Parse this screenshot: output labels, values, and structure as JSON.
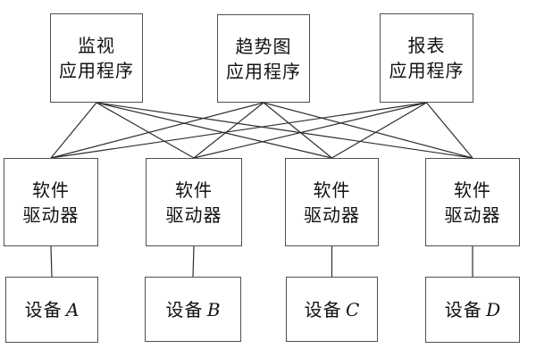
{
  "applications": [
    {
      "line1": "监视",
      "line2": "应用程序"
    },
    {
      "line1": "趋势图",
      "line2": "应用程序"
    },
    {
      "line1": "报表",
      "line2": "应用程序"
    }
  ],
  "drivers": [
    {
      "line1": "软件",
      "line2": "驱动器"
    },
    {
      "line1": "软件",
      "line2": "驱动器"
    },
    {
      "line1": "软件",
      "line2": "驱动器"
    },
    {
      "line1": "软件",
      "line2": "驱动器"
    }
  ],
  "devices": [
    {
      "prefix": "设备",
      "letter": "A"
    },
    {
      "prefix": "设备",
      "letter": "B"
    },
    {
      "prefix": "设备",
      "letter": "C"
    },
    {
      "prefix": "设备",
      "letter": "D"
    }
  ],
  "edges": [
    [
      "app-0",
      "drv-0"
    ],
    [
      "app-0",
      "drv-1"
    ],
    [
      "app-0",
      "drv-2"
    ],
    [
      "app-0",
      "drv-3"
    ],
    [
      "app-1",
      "drv-0"
    ],
    [
      "app-1",
      "drv-1"
    ],
    [
      "app-1",
      "drv-2"
    ],
    [
      "app-1",
      "drv-3"
    ],
    [
      "app-2",
      "drv-0"
    ],
    [
      "app-2",
      "drv-1"
    ],
    [
      "app-2",
      "drv-2"
    ],
    [
      "app-2",
      "drv-3"
    ],
    [
      "drv-0",
      "dev-0"
    ],
    [
      "drv-1",
      "dev-1"
    ],
    [
      "drv-2",
      "dev-2"
    ],
    [
      "drv-3",
      "dev-3"
    ]
  ],
  "colors": {
    "line": "#2e2e2e",
    "border": "#4f4f4f",
    "text": "#111111",
    "background": "#ffffff"
  }
}
